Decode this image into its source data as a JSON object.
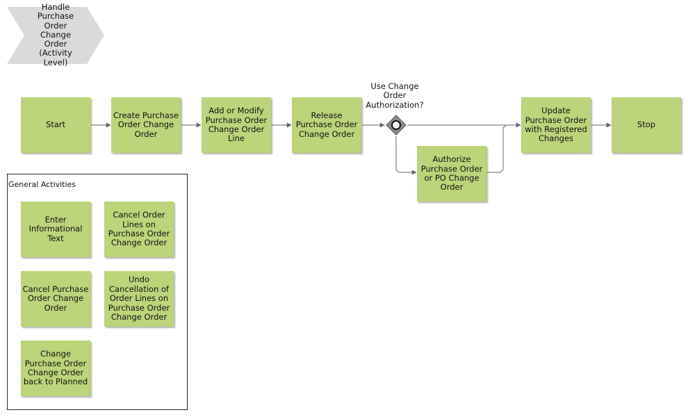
{
  "process": {
    "title": "Handle Purchase Order Change Order (Activity Level)"
  },
  "flow": {
    "start": "Start",
    "create": "Create Purchase Order Change Order",
    "add_modify": "Add or Modify Purchase Order Change Order Line",
    "release": "Release Purchase Order Change Order",
    "gateway_label": "Use Change Order Authorization?",
    "authorize": "Authorize Purchase Order or PO Change Order",
    "update": "Update Purchase Order with Registered Changes",
    "stop": "Stop"
  },
  "general_activities": {
    "title": "General Activities",
    "items": [
      "Enter Informational Text",
      "Cancel Order Lines on Purchase Order Change Order",
      "Cancel Purchase Order Change Order",
      "Undo Cancellation of Order Lines on Purchase Order Change Order",
      "Change Purchase Order Change Order back to Planned"
    ]
  },
  "colors": {
    "activity_fill": "#bcd47a",
    "process_chevron": "#d9dadc",
    "gateway_fill": "#8c8c8c",
    "connector": "#666666"
  }
}
